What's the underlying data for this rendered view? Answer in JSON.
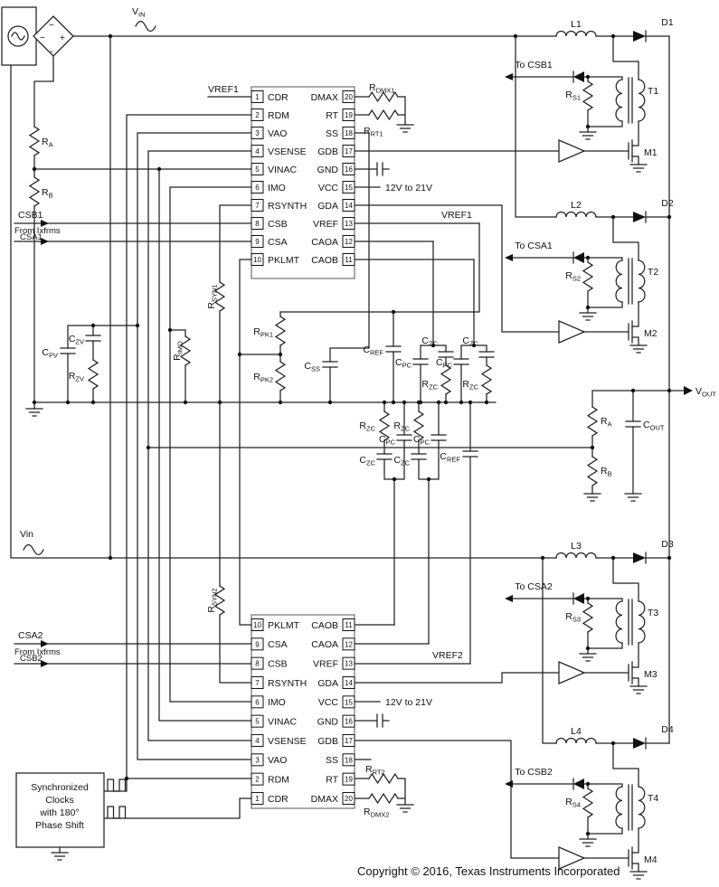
{
  "title_labels": {
    "vin_top": {
      "base": "V",
      "sub": "IN"
    },
    "vin_mid": "Vin",
    "vout": {
      "base": "V",
      "sub": "OUT"
    }
  },
  "bridge": {
    "ac": "~",
    "plus": "+",
    "minus": "-"
  },
  "input_divider": {
    "ra": {
      "base": "R",
      "sub": "A"
    },
    "rb": {
      "base": "R",
      "sub": "B"
    }
  },
  "feedback_divider": {
    "ra": {
      "base": "R",
      "sub": "A"
    },
    "rb": {
      "base": "R",
      "sub": "B"
    }
  },
  "output": {
    "cout": {
      "base": "C",
      "sub": "OUT"
    }
  },
  "left_ports": {
    "csb1": "CSB1",
    "csa1": "CSA1",
    "csa2": "CSA2",
    "csb2": "CSB2",
    "from_ixfrms": "From Ixfrms"
  },
  "ic1": {
    "left_pins": [
      {
        "num": "1",
        "name": "CDR"
      },
      {
        "num": "2",
        "name": "RDM"
      },
      {
        "num": "3",
        "name": "VAO"
      },
      {
        "num": "4",
        "name": "VSENSE"
      },
      {
        "num": "5",
        "name": "VINAC"
      },
      {
        "num": "6",
        "name": "IMO"
      },
      {
        "num": "7",
        "name": "RSYNTH"
      },
      {
        "num": "8",
        "name": "CSB"
      },
      {
        "num": "9",
        "name": "CSA"
      },
      {
        "num": "10",
        "name": "PKLMT"
      }
    ],
    "right_pins": [
      {
        "num": "20",
        "name": "DMAX"
      },
      {
        "num": "19",
        "name": "RT"
      },
      {
        "num": "18",
        "name": "SS"
      },
      {
        "num": "17",
        "name": "GDB"
      },
      {
        "num": "16",
        "name": "GND"
      },
      {
        "num": "15",
        "name": "VCC"
      },
      {
        "num": "14",
        "name": "GDA"
      },
      {
        "num": "13",
        "name": "VREF"
      },
      {
        "num": "12",
        "name": "CAOA"
      },
      {
        "num": "11",
        "name": "CAOB"
      }
    ],
    "cdr_net_label": "VREF1",
    "vref_net_label": "VREF1",
    "vcc_note": "12V to 21V",
    "rdmx": {
      "base": "R",
      "sub": "DMX1"
    },
    "rrt": {
      "base": "R",
      "sub": "RT1"
    }
  },
  "ic2": {
    "left_pins": [
      {
        "num": "10",
        "name": "PKLMT"
      },
      {
        "num": "9",
        "name": "CSA"
      },
      {
        "num": "8",
        "name": "CSB"
      },
      {
        "num": "7",
        "name": "RSYNTH"
      },
      {
        "num": "6",
        "name": "IMO"
      },
      {
        "num": "5",
        "name": "VINAC"
      },
      {
        "num": "4",
        "name": "VSENSE"
      },
      {
        "num": "3",
        "name": "VAO"
      },
      {
        "num": "2",
        "name": "RDM"
      },
      {
        "num": "1",
        "name": "CDR"
      }
    ],
    "right_pins": [
      {
        "num": "11",
        "name": "CAOB"
      },
      {
        "num": "12",
        "name": "CAOA"
      },
      {
        "num": "13",
        "name": "VREF"
      },
      {
        "num": "14",
        "name": "GDA"
      },
      {
        "num": "15",
        "name": "VCC"
      },
      {
        "num": "16",
        "name": "GND"
      },
      {
        "num": "17",
        "name": "GDB"
      },
      {
        "num": "18",
        "name": "SS"
      },
      {
        "num": "19",
        "name": "RT"
      },
      {
        "num": "20",
        "name": "DMAX"
      }
    ],
    "vref_net_label": "VREF2",
    "vcc_note": "12V to 21V",
    "rdmx": {
      "base": "R",
      "sub": "DMX2"
    },
    "rrt": {
      "base": "R",
      "sub": "RT2"
    }
  },
  "comp": {
    "czv": {
      "base": "C",
      "sub": "ZV"
    },
    "cpv": {
      "base": "C",
      "sub": "PV"
    },
    "rzv": {
      "base": "R",
      "sub": "ZV"
    },
    "rimo": {
      "base": "R",
      "sub": "IMO"
    },
    "rsyn1": {
      "base": "R",
      "sub": "SYN1"
    },
    "rsyn2": {
      "base": "R",
      "sub": "SYN2"
    },
    "rpk1": {
      "base": "R",
      "sub": "PK1"
    },
    "rpk2": {
      "base": "R",
      "sub": "PK2"
    },
    "css": {
      "base": "C",
      "sub": "SS"
    },
    "cref": {
      "base": "C",
      "sub": "REF"
    },
    "cpc": {
      "base": "C",
      "sub": "PC"
    },
    "czc": {
      "base": "C",
      "sub": "ZC"
    },
    "rzc": {
      "base": "R",
      "sub": "ZC"
    }
  },
  "channels": [
    {
      "inductor": "L1",
      "diode": "D1",
      "xfmr": "T1",
      "mosfet": "M1",
      "rs": {
        "base": "R",
        "sub": "S1"
      },
      "to_label": "To CSB1"
    },
    {
      "inductor": "L2",
      "diode": "D2",
      "xfmr": "T2",
      "mosfet": "M2",
      "rs": {
        "base": "R",
        "sub": "S2"
      },
      "to_label": "To CSA1"
    },
    {
      "inductor": "L3",
      "diode": "D3",
      "xfmr": "T3",
      "mosfet": "M3",
      "rs": {
        "base": "R",
        "sub": "S3"
      },
      "to_label": "To CSA2"
    },
    {
      "inductor": "L4",
      "diode": "D4",
      "xfmr": "T4",
      "mosfet": "M4",
      "rs": {
        "base": "R",
        "sub": "S4"
      },
      "to_label": "To CSB2"
    }
  ],
  "clock_box": {
    "line1": "Synchronized",
    "line2": "Clocks",
    "line3": "with 180°",
    "line4": "Phase Shift"
  },
  "footer": {
    "copyright": "Copyright © 2016, Texas Instruments Incorporated"
  }
}
